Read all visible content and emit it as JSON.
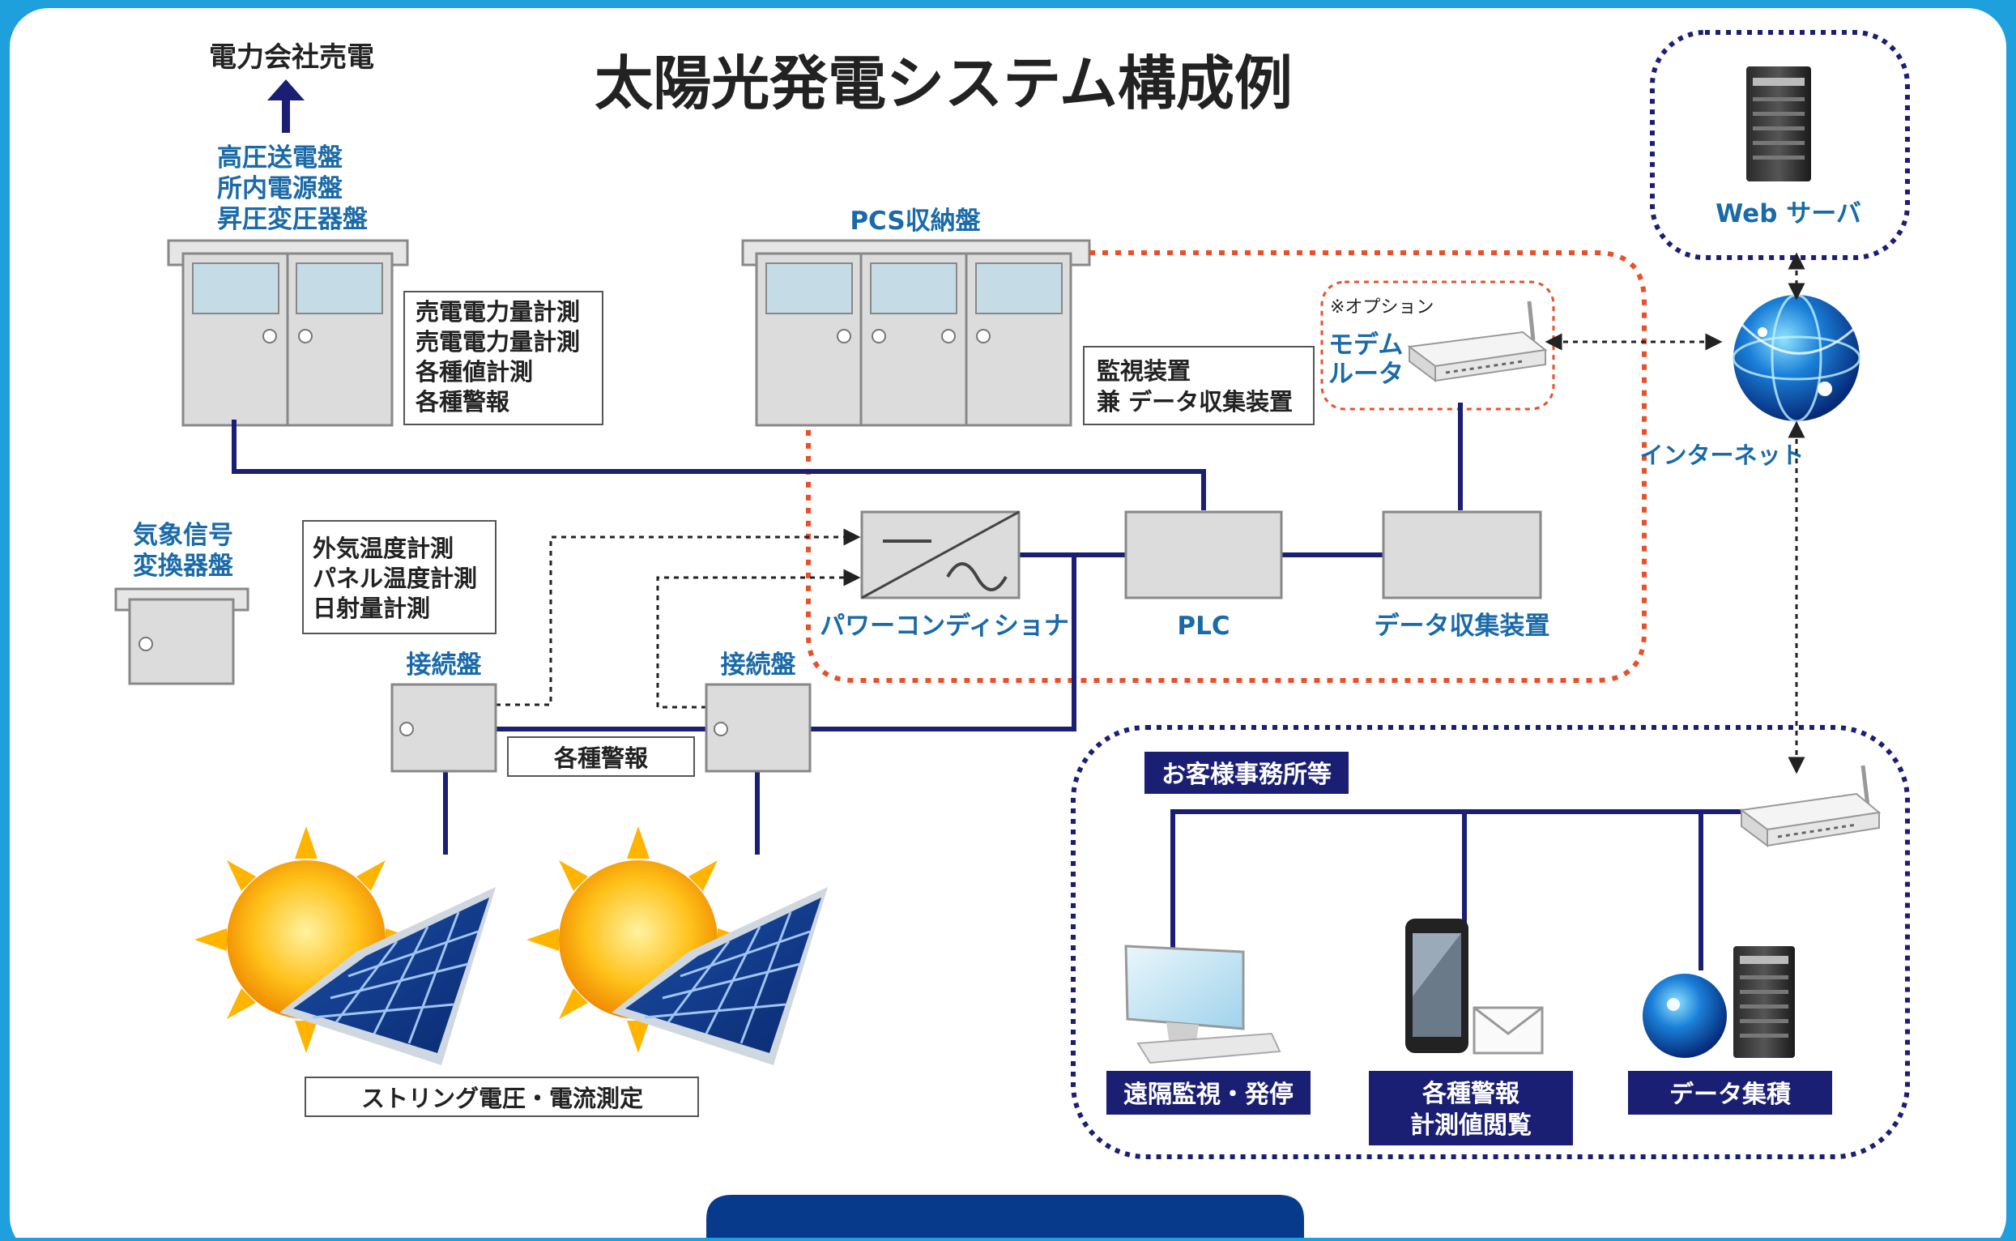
{
  "title": "太陽光発電システム構成例",
  "sell_to_utility": "電力会社売電",
  "hv_panel": {
    "lines": [
      "高圧送電盤",
      "所内電源盤",
      "昇圧変圧器盤"
    ]
  },
  "hv_measurements": [
    "売電電力量計測",
    "売電電力量計測",
    "各種値計測",
    "各種警報"
  ],
  "pcs_panel": {
    "label": "PCS収納盤"
  },
  "monitoring_device": {
    "lines": [
      "監視装置",
      "兼 データ収集装置"
    ]
  },
  "option_note": "※オプション",
  "modem_router": {
    "lines": [
      "モデム",
      "ルータ"
    ]
  },
  "web_server": {
    "label": "Web サーバ"
  },
  "internet": {
    "label": "インターネット"
  },
  "weather_panel": {
    "lines": [
      "気象信号",
      "変換器盤"
    ]
  },
  "weather_measurements": [
    "外気温度計測",
    "パネル温度計測",
    "日射量計測"
  ],
  "power_conditioner": {
    "label": "パワーコンディショナ"
  },
  "plc": {
    "label": "PLC"
  },
  "data_collector": {
    "label": "データ収集装置"
  },
  "junction_box_1": {
    "label": "接続盤"
  },
  "junction_box_2": {
    "label": "接続盤"
  },
  "alarms_label": "各種警報",
  "string_measure": "ストリング電圧・電流測定",
  "client_office": {
    "title": "お客様事務所等",
    "remote_monitor": "遠隔監視・発停",
    "alarm_view": [
      "各種警報",
      "計測値閲覧"
    ],
    "data_accumulation": "データ集積"
  },
  "colors": {
    "frame_blue": "#1ea0dc",
    "navy": "#1b1f73",
    "label_blue": "#1a6aa8",
    "option_red": "#e8502a",
    "panel_gray": "#dcdcdc",
    "window_blue": "#c5dbe6"
  }
}
